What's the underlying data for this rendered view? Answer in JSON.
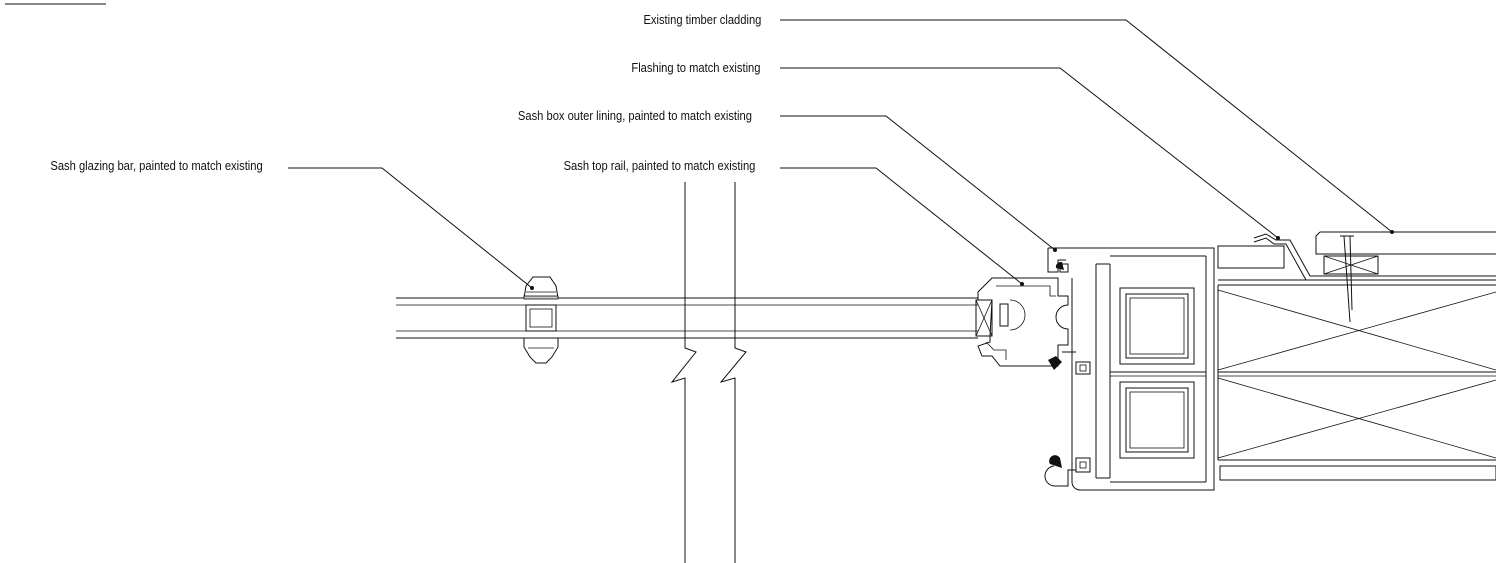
{
  "labels": {
    "cladding": "Existing timber cladding",
    "flashing": "Flashing to match existing",
    "sash_box": "Sash box outer lining, painted to match existing",
    "top_rail": "Sash top rail, painted to match existing",
    "glazing_bar": "Sash glazing bar, painted to match existing"
  },
  "colors": {
    "line": "#111111",
    "background": "#ffffff"
  }
}
